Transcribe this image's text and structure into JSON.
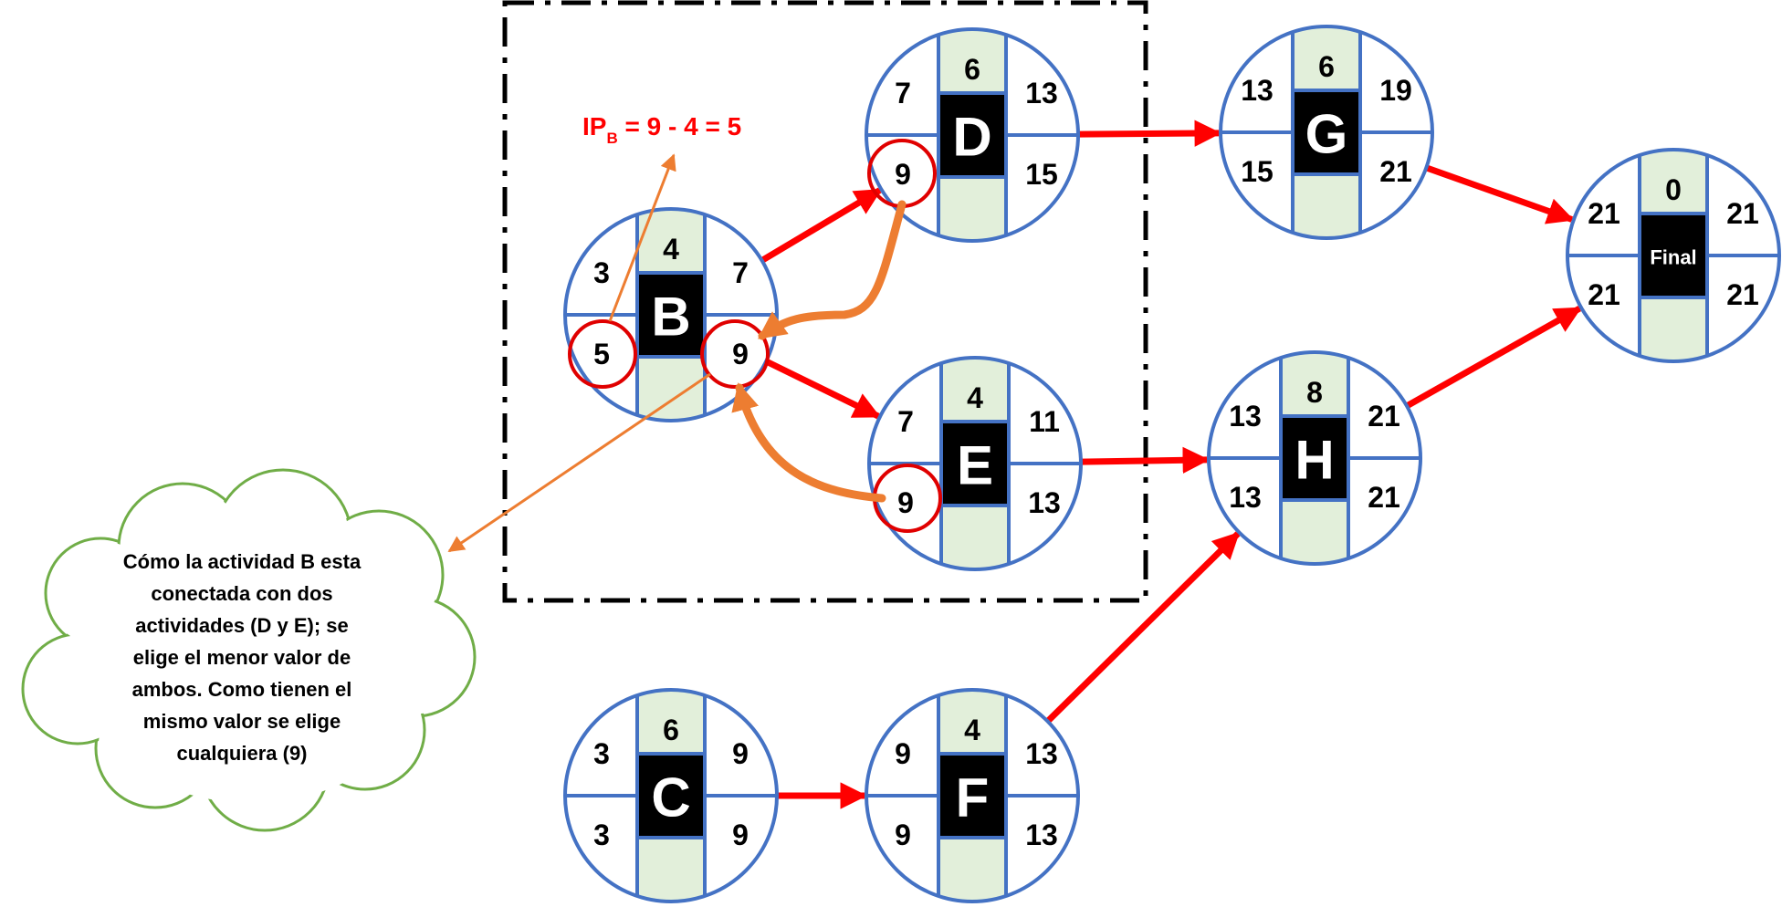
{
  "formula": {
    "base": "IP",
    "sub": "B",
    "rest": " = 9 - 4 = 5"
  },
  "note_lines": [
    "Cómo la actividad B esta",
    "conectada con dos",
    "actividades (D y E); se",
    "elige el menor valor de",
    "ambos. Como tienen el",
    "mismo valor se elige",
    "cualquiera (9)"
  ],
  "nodes": [
    {
      "id": "B",
      "label": "B",
      "duration": "4",
      "es": "3",
      "ef": "7",
      "ls": "5",
      "lf": "9"
    },
    {
      "id": "C",
      "label": "C",
      "duration": "6",
      "es": "3",
      "ef": "9",
      "ls": "3",
      "lf": "9"
    },
    {
      "id": "D",
      "label": "D",
      "duration": "6",
      "es": "7",
      "ef": "13",
      "ls": "9",
      "lf": "15"
    },
    {
      "id": "E",
      "label": "E",
      "duration": "4",
      "es": "7",
      "ef": "11",
      "ls": "9",
      "lf": "13"
    },
    {
      "id": "F",
      "label": "F",
      "duration": "4",
      "es": "9",
      "ef": "13",
      "ls": "9",
      "lf": "13"
    },
    {
      "id": "G",
      "label": "G",
      "duration": "6",
      "es": "13",
      "ef": "19",
      "ls": "15",
      "lf": "21"
    },
    {
      "id": "H",
      "label": "H",
      "duration": "8",
      "es": "13",
      "ef": "21",
      "ls": "13",
      "lf": "21"
    },
    {
      "id": "Final",
      "label": "Final",
      "duration": "0",
      "es": "21",
      "ef": "21",
      "ls": "21",
      "lf": "21"
    }
  ],
  "edges": [
    {
      "from": "B",
      "to": "D"
    },
    {
      "from": "B",
      "to": "E"
    },
    {
      "from": "D",
      "to": "G"
    },
    {
      "from": "E",
      "to": "H"
    },
    {
      "from": "C",
      "to": "F"
    },
    {
      "from": "F",
      "to": "H"
    },
    {
      "from": "G",
      "to": "Final"
    },
    {
      "from": "H",
      "to": "Final"
    }
  ],
  "colors": {
    "node_border": "#4472C4",
    "center_fill": "#E2EFDA",
    "label_box": "#000000",
    "critical_arrow": "#FF0000",
    "highlight_circle": "#E00000",
    "back_arrow": "#ED7D31",
    "cloud_border": "#70AD47",
    "formula_text": "#FF0000"
  }
}
